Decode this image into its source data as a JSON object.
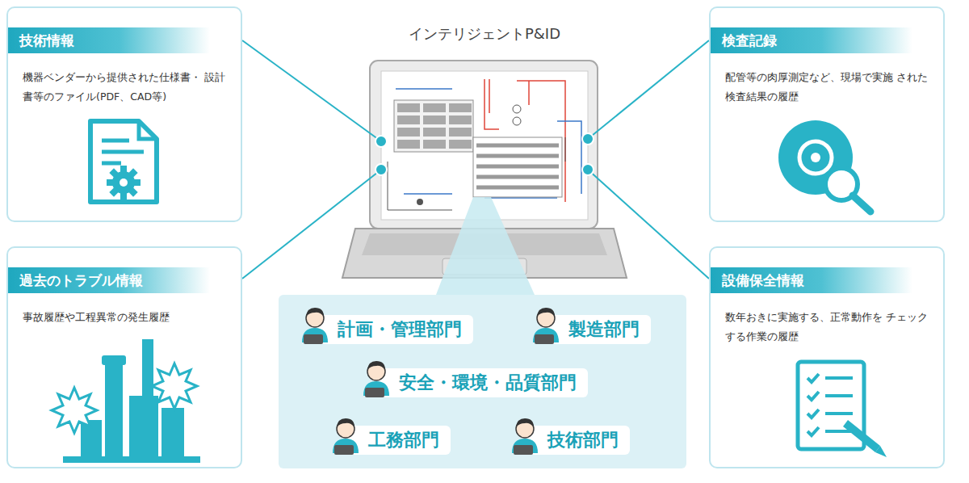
{
  "diagram": {
    "nodes": [
      {
        "text": [
          "技術情報",
          "機器ベンダーから提供された仕様書・ 設計書等のファイル(PDF、CAD等)"
        ]
      },
      {
        "text": [
          "インテリジェントP&ID"
        ]
      },
      {
        "text": [
          "検査記録",
          "配管等の肉厚測定など、現場で実施 された検査結果の履歴"
        ]
      },
      {
        "text": [
          "過去のトラブル情報",
          "事故履歴や工程異常の発生履歴"
        ]
      },
      {
        "text": [
          "設備保全情報",
          "数年おきに実施する、正常動作を チェックする作業の履歴"
        ]
      },
      {
        "text": [
          "計画・管理部門"
        ]
      },
      {
        "text": [
          "製造部門"
        ]
      },
      {
        "text": [
          "安全・環境・品質部門"
        ]
      },
      {
        "text": [
          "工務部門"
        ]
      },
      {
        "text": [
          "技術部門"
        ]
      }
    ],
    "edges": [
      {
        "from": 0,
        "to": 1,
        "arrow": "none"
      },
      {
        "from": 2,
        "to": 1,
        "arrow": "none"
      },
      {
        "from": 3,
        "to": 1,
        "arrow": "none"
      },
      {
        "from": 4,
        "to": 1,
        "arrow": "none"
      }
    ]
  }
}
